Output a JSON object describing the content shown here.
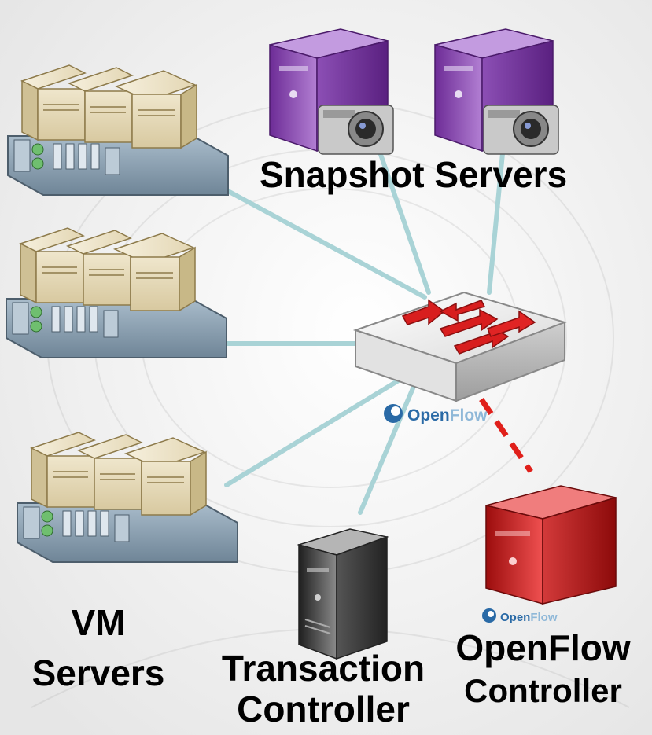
{
  "labels": {
    "snapshot_servers": "Snapshot Servers",
    "vm_line1": "VM",
    "vm_line2": "Servers",
    "transaction_line1": "Transaction",
    "transaction_line2": "Controller",
    "openflow_ctrl_line1": "OpenFlow",
    "openflow_ctrl_line2": "Controller"
  },
  "logo": {
    "open": "Open",
    "flow": "Flow"
  },
  "colors": {
    "link": "#a9d3d6",
    "control_link": "#e0201b",
    "switch_arrow": "#d81e1e",
    "snapshot_server": "#8a4cb0",
    "transaction_server": "#3a3a3a",
    "openflow_server": "#d42222",
    "vm_server_box": "#e9dfc3",
    "rack": "#8ea3b5",
    "logo_blue": "#2a6aa6"
  }
}
